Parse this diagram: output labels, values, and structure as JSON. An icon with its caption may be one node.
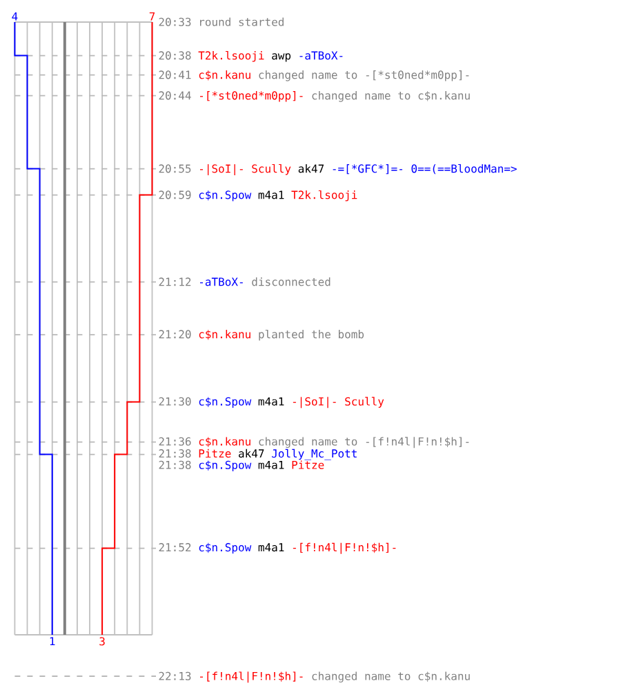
{
  "diagram": {
    "labels": [
      "4",
      "7",
      "20:33",
      "round started",
      "20:38",
      "T2k.lsooji",
      "awp",
      "-aTBoX-",
      "20:41",
      "c$n.kanu",
      "changed name to -[*st0ned*m0pp]-",
      "20:44",
      "-[*st0ned*m0pp]-",
      "changed name to c$n.kanu",
      "20:55",
      "-|SoI|- Scully",
      "ak47",
      "-=[*GFC*]=- 0==(==BloodMan=>",
      "20:59",
      "c$n.Spow",
      "m4a1",
      "T2k.lsooji",
      "21:12",
      "-aTBoX-",
      "disconnected",
      "21:20",
      "c$n.kanu",
      "planted the bomb",
      "21:30",
      "c$n.Spow",
      "m4a1",
      "-|SoI|- Scully",
      "21:36",
      "c$n.kanu",
      "changed name to -[f!n4l|F!n!$h]-",
      "21:38",
      "Pitze",
      "ak47",
      "Jolly_Mc_Pott",
      "21:38",
      "c$n.Spow",
      "m4a1",
      "Pitze",
      "21:52",
      "c$n.Spow",
      "m4a1",
      "-[f!n4l|F!n!$h]-",
      "1",
      "3",
      "22:13",
      "-[f!n4l|F!n!$h]-",
      "changed name to c$n.kanu"
    ]
  }
}
